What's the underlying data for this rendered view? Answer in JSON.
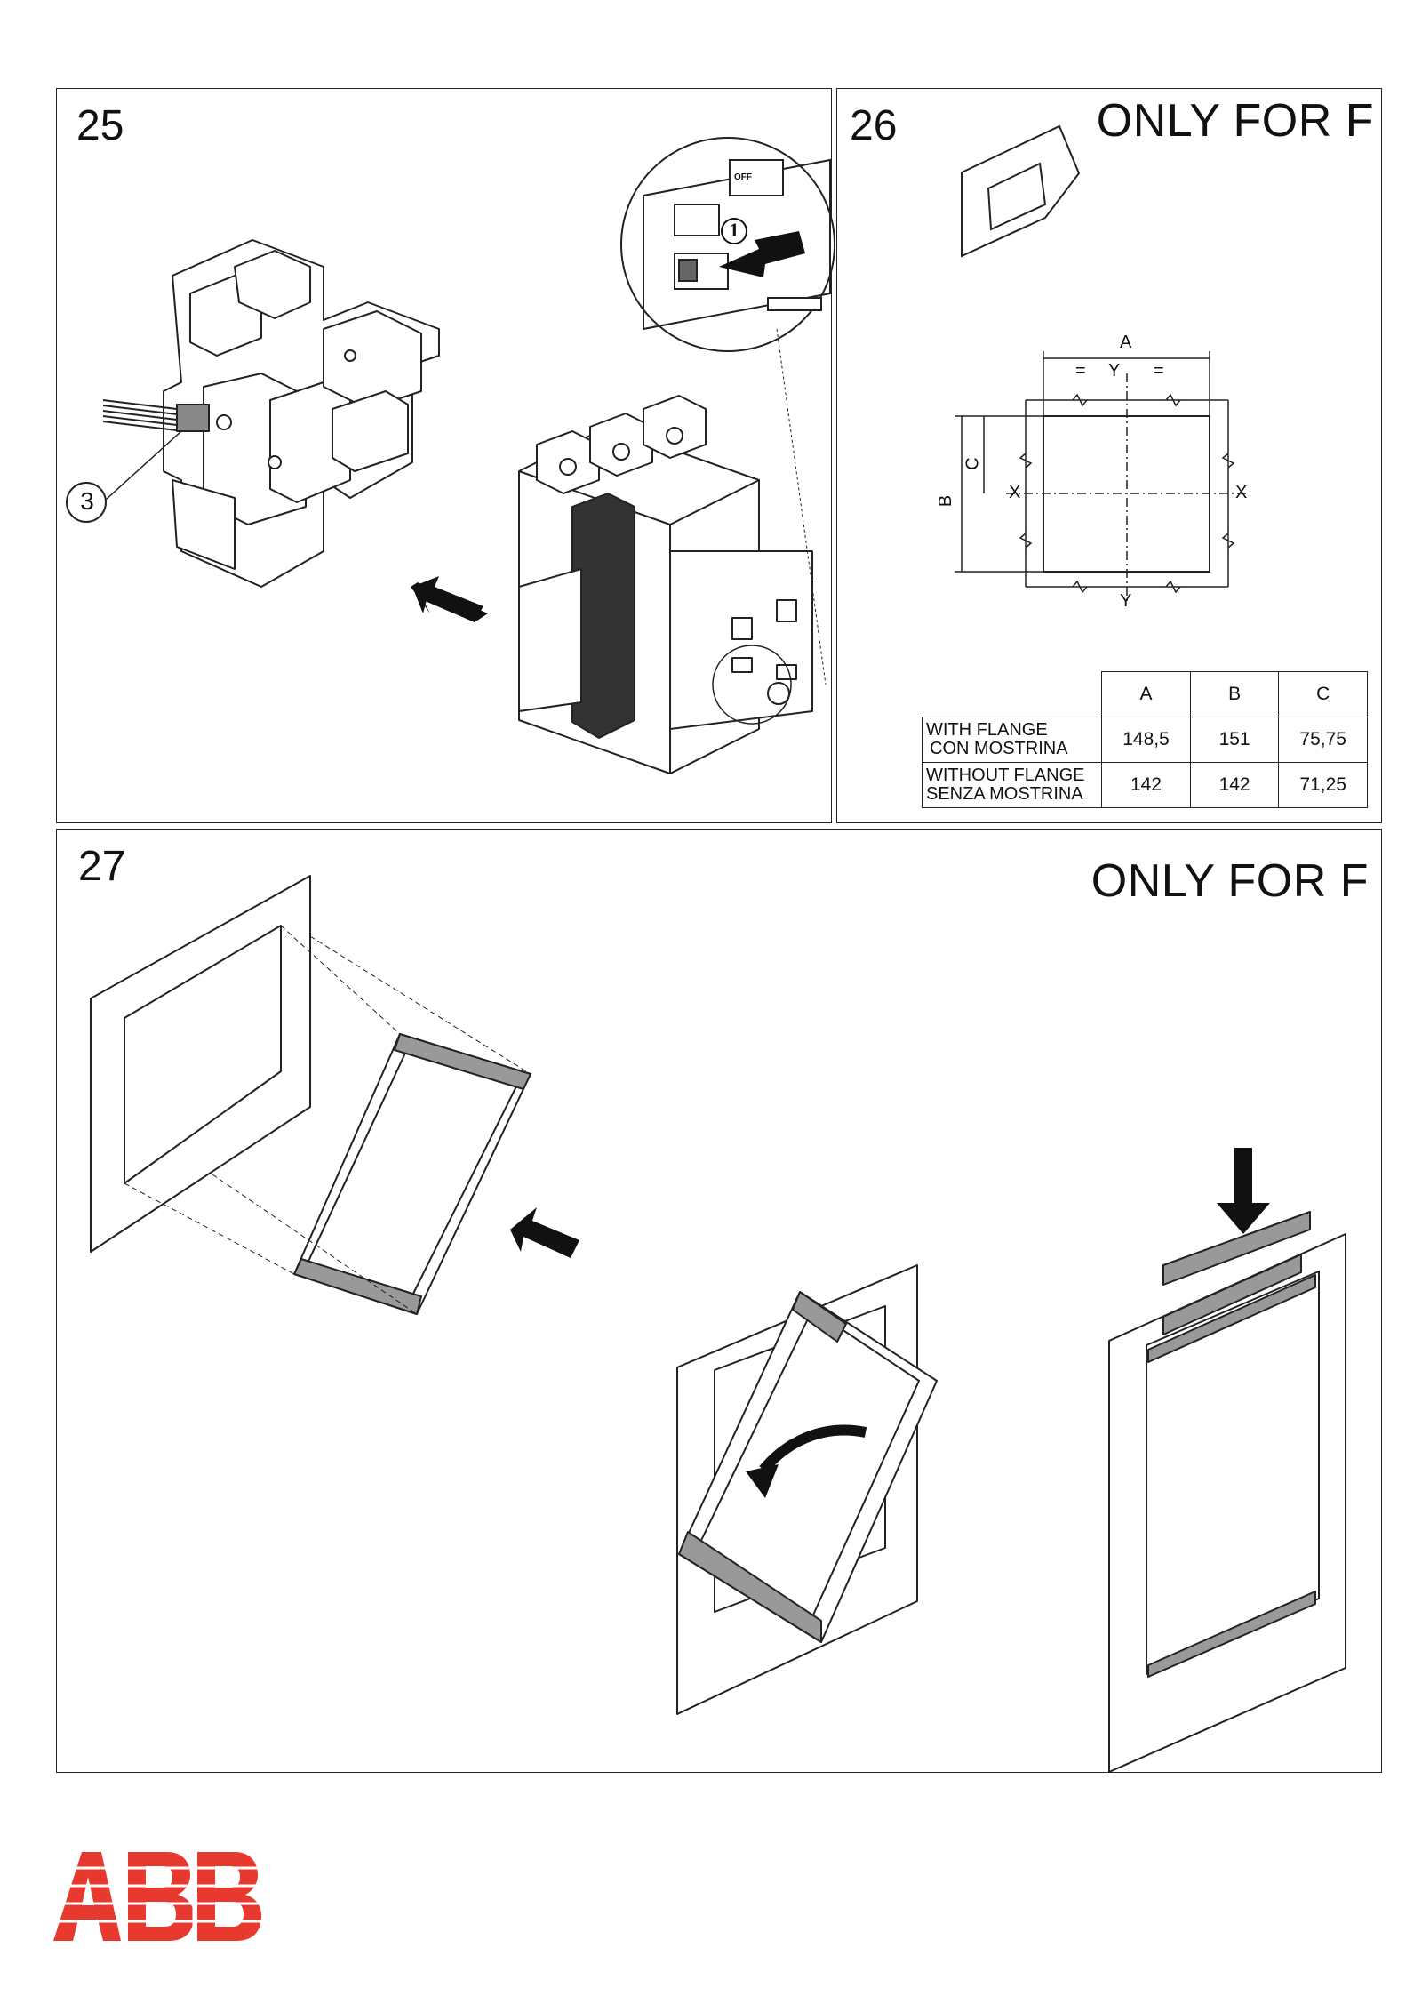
{
  "panels": {
    "step25": {
      "number": "25",
      "callout": "3",
      "detail_callout": "1",
      "switch_label": "OFF"
    },
    "step26": {
      "number": "26",
      "only_for": "ONLY FOR F",
      "dims": {
        "a": "A",
        "b": "B",
        "c": "C",
        "x": "X",
        "y": "Y",
        "equals": "="
      },
      "table": {
        "headers": [
          "A",
          "B",
          "C"
        ],
        "rows": [
          {
            "label_line1": "WITH FLANGE",
            "label_line2": "CON MOSTRINA",
            "values": [
              "148,5",
              "151",
              "75,75"
            ]
          },
          {
            "label_line1": "WITHOUT FLANGE",
            "label_line2": "SENZA MOSTRINA",
            "values": [
              "142",
              "142",
              "71,25"
            ]
          }
        ]
      }
    },
    "step27": {
      "number": "27",
      "only_for": "ONLY FOR F"
    }
  },
  "logo": {
    "text": "ABB",
    "color": "#e8392f"
  }
}
